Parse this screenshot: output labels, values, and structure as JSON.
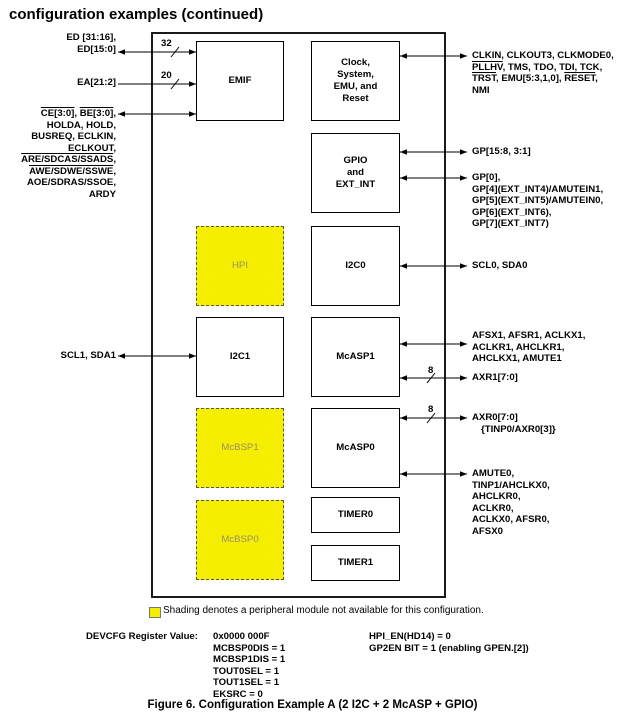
{
  "page": {
    "heading": "configuration examples (continued)",
    "caption": "Figure 6. Configuration Example A (2 I2C + 2 McASP + GPIO)"
  },
  "colors": {
    "shading": "#f5ee00"
  },
  "left_signals": {
    "ed_line1": "ED [31:16],",
    "ed_line2": "ED[15:0]",
    "ea": "EA[21:2]",
    "ce_be_ce": "CE[3:0]",
    "ce_be_sep": ",  ",
    "ce_be_be": "BE[3:0]",
    "ce_be_end": ",",
    "holda": "HOLDA, HOLD,",
    "busreq": "BUSREQ, ECLKIN,",
    "eclkout": "ECLKOUT,",
    "are_a": "ARE",
    "are_b": "/SDCAS",
    "are_c": "/SSADS",
    "are_end": ",",
    "awe_a": "AWE",
    "awe_b": "/SDWE",
    "awe_c": "/SSWE",
    "awe_end": ",",
    "aoe": "AOE/SDRAS/SSOE,",
    "ardy": "ARDY",
    "scl1": "SCL1, SDA1"
  },
  "bus_widths": {
    "ed": "32",
    "ea": "20",
    "axr1": "8",
    "axr0": "8"
  },
  "blocks": {
    "emif": "EMIF",
    "clock_l1": "Clock,",
    "clock_l2": "System,",
    "clock_l3": "EMU, and",
    "clock_l4": "Reset",
    "gpio_l1": "GPIO",
    "gpio_l2": "and",
    "gpio_l3": "EXT_INT",
    "hpi": "HPI",
    "i2c0": "I2C0",
    "i2c1": "I2C1",
    "mcasp1": "McASP1",
    "mcbsp1": "McBSP1",
    "mcasp0": "McASP0",
    "mcbsp0": "McBSP0",
    "timer0": "TIMER0",
    "timer1": "TIMER1"
  },
  "right_signals": {
    "clk_line1": "CLKIN, CLKOUT3, CLKMODE0,",
    "clk_line2_a": "PLLHV",
    "clk_line2_b": ", TMS, TDO, TDI, TCK,",
    "clk_line3_a": "TRST",
    "clk_line3_b": ", EMU[5:3,1,0], ",
    "clk_line3_c": "RESET",
    "clk_line3_d": ",",
    "clk_line4": "NMI",
    "gp_hi": "GP[15:8, 3:1]",
    "gp0": "GP[0],",
    "gp4": "GP[4](EXT_INT4)/AMUTEIN1,",
    "gp5": "GP[5](EXT_INT5)/AMUTEIN0,",
    "gp6": "GP[6](EXT_INT6),",
    "gp7": "GP[7](EXT_INT7)",
    "scl0": "SCL0, SDA0",
    "mcasp1_l1": "AFSX1, AFSR1, ACLKX1,",
    "mcasp1_l2": "ACLKR1, AHCLKR1,",
    "mcasp1_l3": "AHCLKX1, AMUTE1",
    "axr1": "AXR1[7:0]",
    "axr0_l1": "AXR0[7:0]",
    "axr0_l2": "{TINP0/AXR0[3]}",
    "mcasp0_l1": "AMUTE0,",
    "mcasp0_l2": "TINP1/AHCLKX0,",
    "mcasp0_l3": "AHCLKR0,",
    "mcasp0_l4": "ACLKR0,",
    "mcasp0_l5": "ACLKX0, AFSR0,",
    "mcasp0_l6": "AFSX0"
  },
  "legend": "Shading denotes a peripheral module not available for this configuration.",
  "devcfg": {
    "label": "DEVCFG Register Value:",
    "values": [
      "0x0000 000F",
      "MCBSP0DIS = 1",
      "MCBSP1DIS = 1",
      "TOUT0SEL = 1",
      "TOUT1SEL = 1",
      "EKSRC = 0"
    ],
    "right": [
      "HPI_EN(HD14) = 0",
      "GP2EN BIT = 1 (enabling GPEN.[2])"
    ]
  }
}
